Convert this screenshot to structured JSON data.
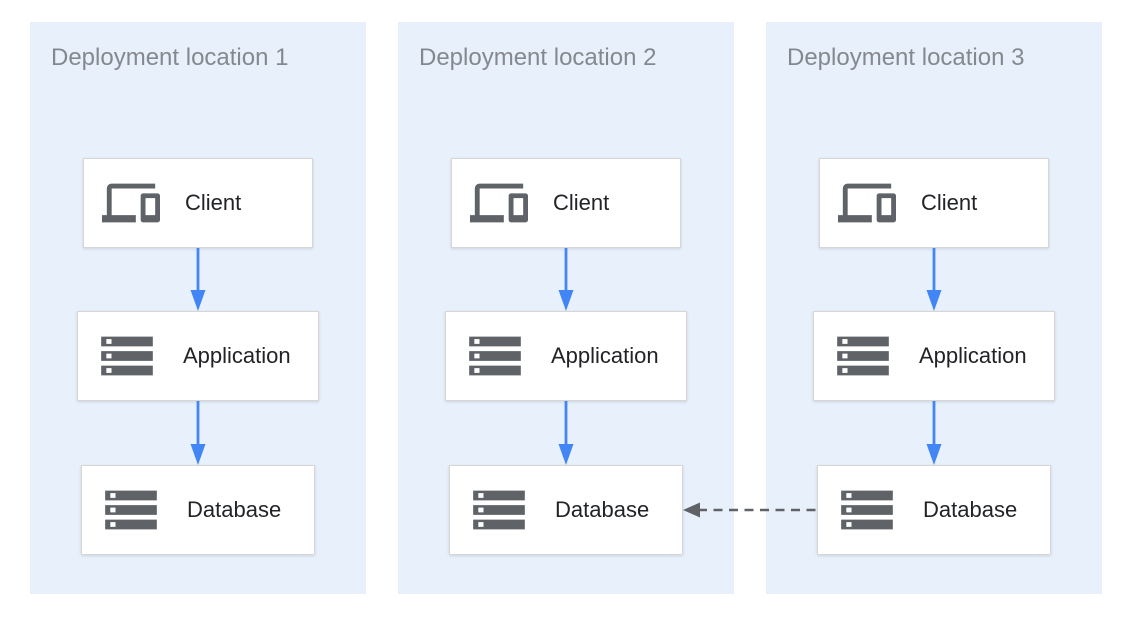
{
  "colors": {
    "panel_bg": "#e8f1fb",
    "node_bg": "#ffffff",
    "node_border": "#d6d6d6",
    "title_text": "#84898f",
    "label_text": "#212327",
    "icon_gray": "#5f6368",
    "arrow_blue": "#4285f4",
    "arrow_dark": "#5f6368"
  },
  "panels": [
    {
      "title": "Deployment location 1",
      "nodes": {
        "client": {
          "label": "Client",
          "icon": "devices-icon"
        },
        "application": {
          "label": "Application",
          "icon": "server-stack-icon"
        },
        "database": {
          "label": "Database",
          "icon": "server-stack-icon"
        }
      }
    },
    {
      "title": "Deployment location 2",
      "nodes": {
        "client": {
          "label": "Client",
          "icon": "devices-icon"
        },
        "application": {
          "label": "Application",
          "icon": "server-stack-icon"
        },
        "database": {
          "label": "Database",
          "icon": "server-stack-icon"
        }
      }
    },
    {
      "title": "Deployment location 3",
      "nodes": {
        "client": {
          "label": "Client",
          "icon": "devices-icon"
        },
        "application": {
          "label": "Application",
          "icon": "server-stack-icon"
        },
        "database": {
          "label": "Database",
          "icon": "server-stack-icon"
        }
      }
    }
  ],
  "connections": [
    {
      "panel": 1,
      "from": "Client",
      "to": "Application",
      "style": "solid-blue-arrow"
    },
    {
      "panel": 1,
      "from": "Application",
      "to": "Database",
      "style": "solid-blue-arrow"
    },
    {
      "panel": 2,
      "from": "Client",
      "to": "Application",
      "style": "solid-blue-arrow"
    },
    {
      "panel": 2,
      "from": "Application",
      "to": "Database",
      "style": "solid-blue-arrow"
    },
    {
      "panel": 3,
      "from": "Client",
      "to": "Application",
      "style": "solid-blue-arrow"
    },
    {
      "panel": 3,
      "from": "Application",
      "to": "Database",
      "style": "solid-blue-arrow"
    },
    {
      "from": "Database (location 3)",
      "to": "Database (location 2)",
      "style": "dashed-gray-arrow"
    }
  ]
}
